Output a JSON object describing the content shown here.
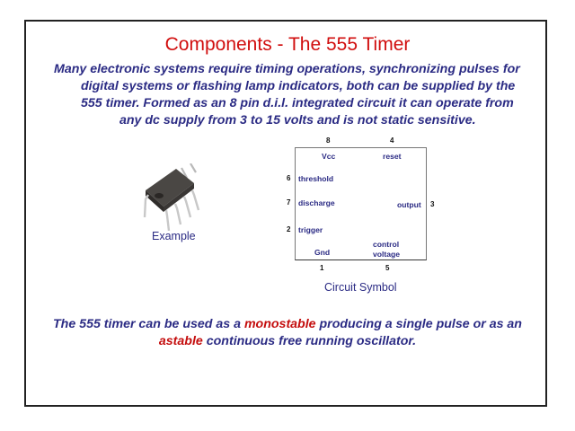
{
  "slide": {
    "title": "Components - The 555 Timer",
    "intro_lines": [
      "Many electronic systems require timing operations, synchronizing pulses for",
      "digital systems or flashing lamp indicators, both can be supplied by the",
      "555 timer. Formed as an 8 pin d.i.l. integrated circuit it can operate from",
      "any dc supply from 3 to 15 volts and is not static sensitive."
    ],
    "example_caption": "Example",
    "circuit_caption": "Circuit Symbol",
    "chip_icon": "dip8-ic-chip-photo",
    "pins": {
      "p8": {
        "number": "8",
        "label": "Vcc"
      },
      "p4": {
        "number": "4",
        "label": "reset"
      },
      "p6": {
        "number": "6",
        "label": "threshold"
      },
      "p7": {
        "number": "7",
        "label": "discharge"
      },
      "p3": {
        "number": "3",
        "label": "output"
      },
      "p2": {
        "number": "2",
        "label": "trigger"
      },
      "p1": {
        "number": "1",
        "label": "Gnd"
      },
      "p5": {
        "number": "5",
        "label_line1": "control",
        "label_line2": "voltage"
      }
    },
    "bottom": {
      "part1": "The 555 timer can be used as a ",
      "highlight1": "monostable",
      "part2": " producing a single pulse or as an",
      "highlight2": "astable",
      "part3": " continuous free running oscillator."
    },
    "colors": {
      "title": "#d10e0e",
      "body_text": "#2b2b84",
      "highlight": "#c40d0d"
    }
  }
}
